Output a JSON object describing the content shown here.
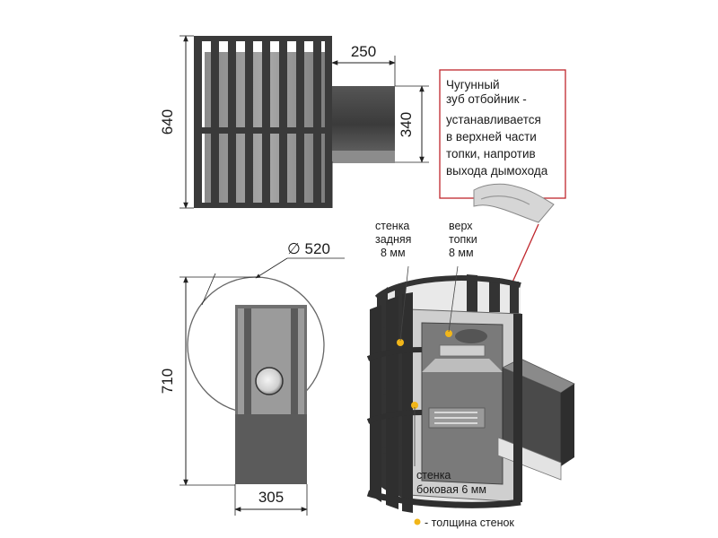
{
  "dimensions": {
    "height_top": "640",
    "chimney_length": "250",
    "chimney_height": "340",
    "diameter": "∅ 520",
    "height_front": "710",
    "firebox_width": "305"
  },
  "callout": {
    "lines": [
      "Чугунный",
      "зуб отбойник -",
      "устанавливается",
      "в верхней части",
      "топки, напротив",
      "выхода дымохода"
    ],
    "border_color": "#c0272d"
  },
  "labels": {
    "back_wall": [
      "стенка",
      "задняя",
      "8 мм"
    ],
    "top_firebox": [
      "верх",
      "топки",
      "8 мм"
    ],
    "side_wall": [
      "стенка",
      "боковая 6 мм"
    ]
  },
  "legend": {
    "text": "- толщина стенок",
    "marker_color": "#f2b619"
  },
  "colors": {
    "metal_dark": "#3c3c3c",
    "metal_mid": "#6f6f6f",
    "metal_light": "#b9b9b9",
    "accent_red": "#c0272d"
  }
}
